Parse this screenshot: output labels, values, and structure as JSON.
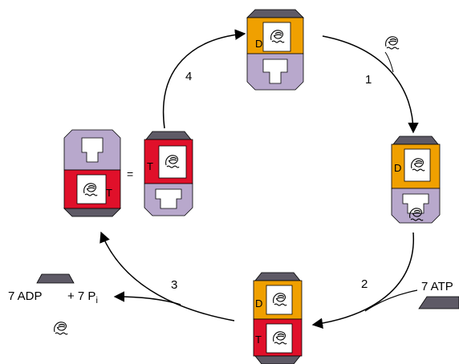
{
  "steps": [
    "1",
    "2",
    "3",
    "4"
  ],
  "states": [
    {
      "id": "top",
      "letter": "D"
    },
    {
      "id": "right",
      "letter": "D"
    },
    {
      "id": "bottom-d",
      "letter": "D"
    },
    {
      "id": "bottom-t",
      "letter": "T"
    },
    {
      "id": "left-open",
      "letter": "T"
    },
    {
      "id": "left-closed",
      "letter": "T"
    }
  ],
  "equals": "=",
  "inputs": {
    "atp": "7 ATP"
  },
  "outputs": {
    "adp": "7 ADP",
    "plus_pi": "+ 7 P",
    "pi_sub": "i"
  },
  "colors": {
    "adp_domain": "#F0A000",
    "atp_domain": "#E0102A",
    "lavender": "#B8A8CC",
    "cap": "#5E5A66",
    "white": "#FFFFFF"
  }
}
